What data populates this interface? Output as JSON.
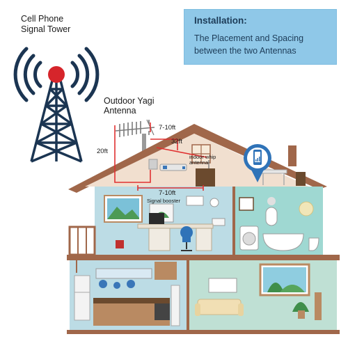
{
  "tower": {
    "line1": "Cell Phone",
    "line2": "Signal Tower"
  },
  "yagi": {
    "line1": "Outdoor Yagi",
    "line2": "Antenna"
  },
  "installation": {
    "title": "Installation:",
    "line1": "The Placement and Spacing",
    "line2": "between the two Antennas"
  },
  "dimensions": {
    "yagi_to_roof": "7-10ft",
    "roof_to_whip": "32ft",
    "height": "20ft",
    "booster_gap": "7-10ft"
  },
  "labels": {
    "indoor_whip_line1": "indoor whip",
    "indoor_whip_line2": "antenna",
    "signal_booster": "Signal booster"
  },
  "colors": {
    "sky_wall": "#c7dde4",
    "roof": "#a0674a",
    "attic": "#f1dfcf",
    "room_blue": "#bcdce5",
    "bath": "#9fd8d2",
    "wood": "#b98a62",
    "tower_signal": "#1b3552",
    "signal_dot": "#d6252b",
    "measure_line": "#e03030",
    "info_box": "#8fc8e8"
  }
}
